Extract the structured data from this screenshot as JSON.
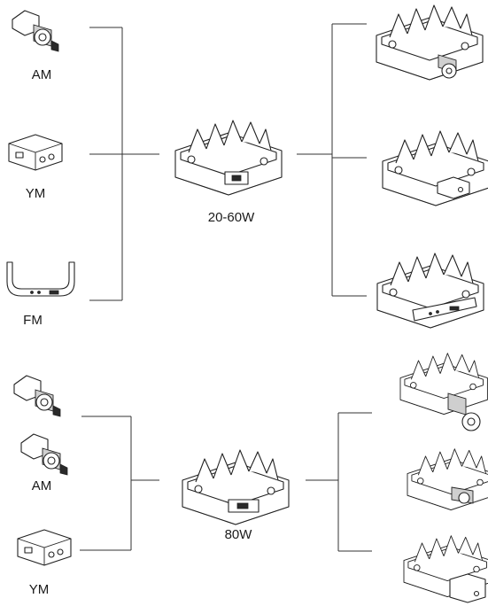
{
  "group1": {
    "mounts": [
      {
        "label": "AM",
        "icon": "arm-mount-icon"
      },
      {
        "label": "YM",
        "icon": "yoke-mount-icon"
      },
      {
        "label": "FM",
        "icon": "flat-mount-icon"
      }
    ],
    "product_label": "20-60W"
  },
  "group2": {
    "mounts": [
      {
        "label": "AM",
        "icon": "arm-mount-icon"
      },
      {
        "label": "YM",
        "icon": "yoke-mount-icon"
      }
    ],
    "product_label": "80W"
  }
}
